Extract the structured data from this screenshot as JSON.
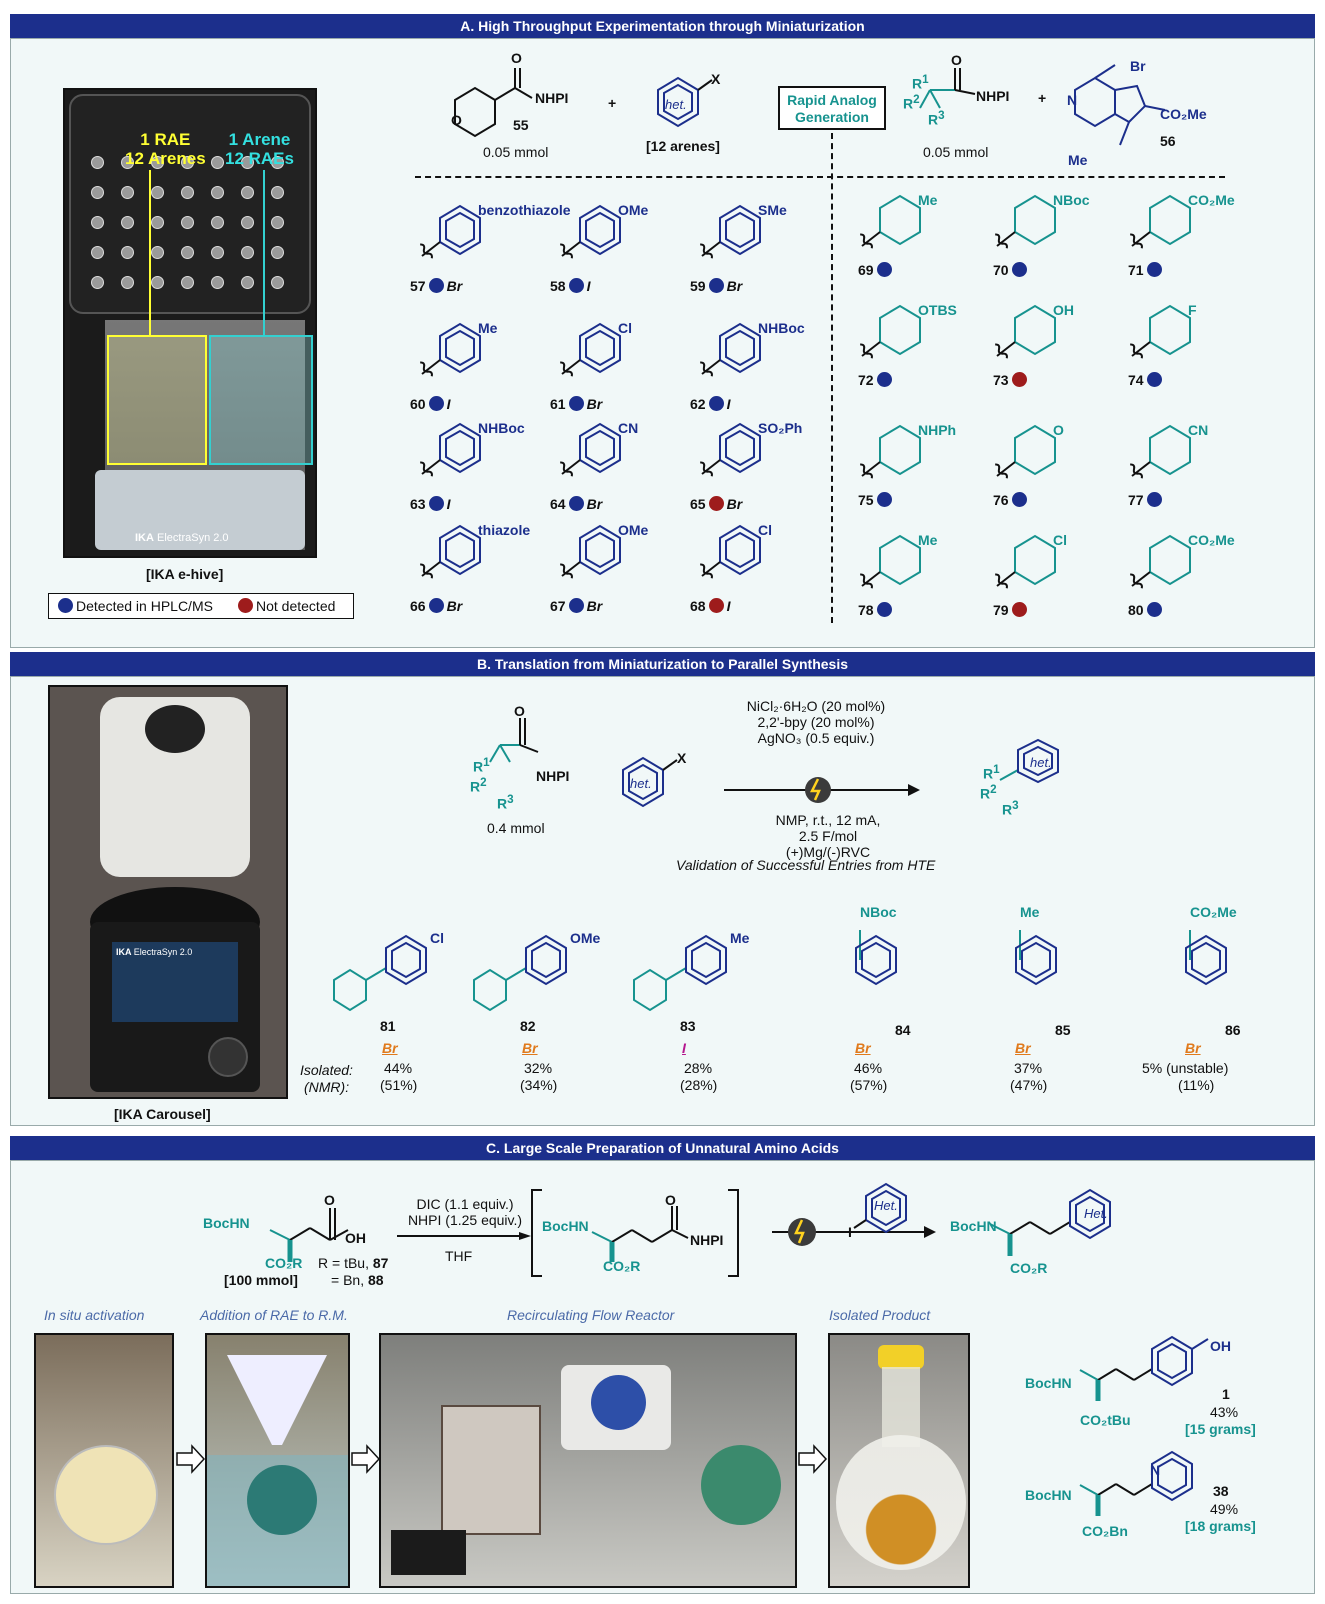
{
  "sectionA": {
    "title": "A. High Throughput Experimentation through Miniaturization",
    "photo_label_left": "1 RAE",
    "photo_label_left2": "12 Arenes",
    "photo_label_right": "1 Arene",
    "photo_label_right2": "12 RAEs",
    "device_brand": "IKA",
    "device_model": "ElectraSyn 2.0",
    "caption": "[IKA e-hive]",
    "legend_detected": "Detected in HPLC/MS",
    "legend_not": "Not detected",
    "left_rxn": {
      "reagent_label": "NHPI",
      "num": "55",
      "amount": "0.05 mmol",
      "plus": "+",
      "het": "het.",
      "x": "X",
      "arenes": "[12 arenes]"
    },
    "middle_box": "Rapid Analog Generation",
    "right_rxn": {
      "r1": "R",
      "nhpi": "NHPI",
      "amount": "0.05 mmol",
      "plus": "+",
      "br": "Br",
      "co2me": "CO₂Me",
      "num": "56",
      "me": "Me",
      "n": "N"
    },
    "compounds_left": [
      {
        "num": "57",
        "dot": "blue",
        "hal": "Br",
        "sub": "benzothiazole"
      },
      {
        "num": "58",
        "dot": "blue",
        "hal": "I",
        "sub": "OMe"
      },
      {
        "num": "59",
        "dot": "blue",
        "hal": "Br",
        "sub": "SMe"
      },
      {
        "num": "60",
        "dot": "blue",
        "hal": "I",
        "sub": "Me"
      },
      {
        "num": "61",
        "dot": "blue",
        "hal": "Br",
        "sub": "Cl"
      },
      {
        "num": "62",
        "dot": "blue",
        "hal": "I",
        "sub": "NHBoc"
      },
      {
        "num": "63",
        "dot": "blue",
        "hal": "I",
        "sub": "NHBoc"
      },
      {
        "num": "64",
        "dot": "blue",
        "hal": "Br",
        "sub": "CN"
      },
      {
        "num": "65",
        "dot": "red",
        "hal": "Br",
        "sub": "SO₂Ph"
      },
      {
        "num": "66",
        "dot": "blue",
        "hal": "Br",
        "sub": "thiazole"
      },
      {
        "num": "67",
        "dot": "blue",
        "hal": "Br",
        "sub": "OMe"
      },
      {
        "num": "68",
        "dot": "red",
        "hal": "I",
        "sub": "Cl"
      }
    ],
    "compounds_right": [
      {
        "num": "69",
        "dot": "blue",
        "sub": "Me"
      },
      {
        "num": "70",
        "dot": "blue",
        "sub": "NBoc"
      },
      {
        "num": "71",
        "dot": "blue",
        "sub": "CO₂Me"
      },
      {
        "num": "72",
        "dot": "blue",
        "sub": "OTBS"
      },
      {
        "num": "73",
        "dot": "red",
        "sub": "OH"
      },
      {
        "num": "74",
        "dot": "blue",
        "sub": "F"
      },
      {
        "num": "75",
        "dot": "blue",
        "sub": "NHPh"
      },
      {
        "num": "76",
        "dot": "blue",
        "sub": "O"
      },
      {
        "num": "77",
        "dot": "blue",
        "sub": "CN"
      },
      {
        "num": "78",
        "dot": "blue",
        "sub": "Me"
      },
      {
        "num": "79",
        "dot": "red",
        "sub": "Cl"
      },
      {
        "num": "80",
        "dot": "blue",
        "sub": "CO₂Me"
      }
    ]
  },
  "sectionB": {
    "title": "B. Translation from Miniaturization to Parallel Synthesis",
    "caption": "[IKA Carousel]",
    "nhpi": "NHPI",
    "amount": "0.4 mmol",
    "het": "het.",
    "x": "X",
    "cond_top1": "NiCl₂·6H₂O (20 mol%)",
    "cond_top2": "2,2'-bpy (20 mol%)",
    "cond_top3": "AgNO₃ (0.5 equiv.)",
    "cond_bot1": "NMP, r.t., 12 mA,",
    "cond_bot2": "2.5 F/mol",
    "cond_bot3": "(+)Mg/(-)RVC",
    "validation": "Validation of Successful Entries from HTE",
    "isolated_label": "Isolated:",
    "nmr_label": "(NMR):",
    "products": [
      {
        "num": "81",
        "hal": "Br",
        "iso": "44%",
        "nmr": "(51%)",
        "sub": "Cl"
      },
      {
        "num": "82",
        "hal": "Br",
        "iso": "32%",
        "nmr": "(34%)",
        "sub": "OMe"
      },
      {
        "num": "83",
        "hal": "I",
        "iso": "28%",
        "nmr": "(28%)",
        "sub": "Me"
      },
      {
        "num": "84",
        "hal": "Br",
        "iso": "46%",
        "nmr": "(57%)",
        "sub": "NBoc"
      },
      {
        "num": "85",
        "hal": "Br",
        "iso": "37%",
        "nmr": "(47%)",
        "sub": "Me"
      },
      {
        "num": "86",
        "hal": "Br",
        "iso": "5% (unstable)",
        "nmr": "(11%)",
        "sub": "CO₂Me"
      }
    ]
  },
  "sectionC": {
    "title": "C. Large Scale Preparation of Unnatural Amino Acids",
    "bochn": "BocHN",
    "co2r": "CO₂R",
    "scale": "[100 mmol]",
    "r_line1": "R = tBu,",
    "r_num1": "87",
    "r_line2": "= Bn,",
    "r_num2": "88",
    "oh": "OH",
    "cond1": "DIC (1.1 equiv.)",
    "cond2": "NHPI (1.25 equiv.)",
    "cond3": "THF",
    "nhpi": "NHPI",
    "het": "Het.",
    "photo_captions": [
      "In situ activation",
      "Addition of RAE to R.M.",
      "Recirculating Flow Reactor",
      "Isolated Product"
    ],
    "products": [
      {
        "num": "1",
        "yield": "43%",
        "scale": "[15 grams]",
        "ester": "CO₂tBu",
        "sub": "OH"
      },
      {
        "num": "38",
        "yield": "49%",
        "scale": "[18 grams]",
        "ester": "CO₂Bn",
        "sub": "N"
      }
    ]
  }
}
